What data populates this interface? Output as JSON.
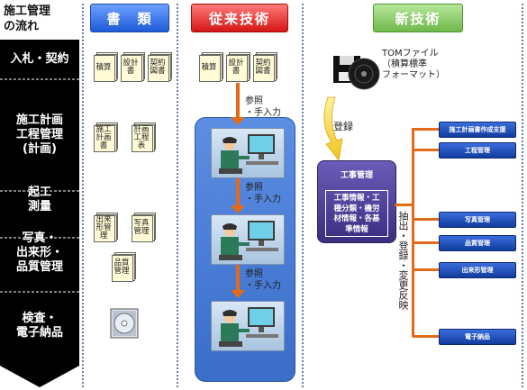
{
  "header": {
    "flow_title_line1": "施工管理",
    "flow_title_line2": "の流れ",
    "documents": "書　類",
    "conventional": "従来技術",
    "new_tech": "新技術"
  },
  "phases": [
    {
      "line1": "入札・契約",
      "line2": "",
      "line3": ""
    },
    {
      "line1": "施工計画",
      "line2": "工程管理",
      "line3": "(計画)"
    },
    {
      "line1": "起工",
      "line2": "測量",
      "line3": ""
    },
    {
      "line1": "写真・",
      "line2": "出来形・",
      "line3": "品質管理"
    },
    {
      "line1": "検査・",
      "line2": "電子納品",
      "line3": ""
    }
  ],
  "docs": {
    "sekisan": "積算",
    "sekkeisho": "設計書",
    "keiyaku": "契約図書",
    "sekou_keikaku": "施工計画書",
    "keikaku_koutei": "計画工程表",
    "dekigata": "出来形管理",
    "shashin": "写真管理",
    "hinshitsu": "品質管理"
  },
  "conventional": {
    "ref1": "参照",
    "input1": "・手入力",
    "ref2": "参照",
    "input2": "・手入力",
    "ref3": "参照",
    "input3": "・手入力"
  },
  "newtech": {
    "tom_line1": "TOMファイル",
    "tom_line2": "（積算標準",
    "tom_line3": "フォーマット）",
    "register": "登録",
    "koji_title": "工事管理",
    "koji_body_line1": "工事情報・工",
    "koji_body_line2": "種分類・機労",
    "koji_body_line3": "材情報・各基",
    "koji_body_line4": "準情報",
    "side_vertical": "抽出・登録・変更反映",
    "systems": [
      "施工計画書作成支援",
      "工程管理",
      "写真管理",
      "品質管理",
      "出来形管理",
      "電子納品"
    ]
  },
  "colors": {
    "phase_arrow": "#000000",
    "docs_header": "#2a66e0",
    "conv_header": "#e02020",
    "new_header": "#7cc35a",
    "arrow_orange": "#e26b19",
    "conv_panel": "#4a7fd8",
    "koji_box": "#4a3d8f",
    "system_box": "#1b4fbf"
  }
}
